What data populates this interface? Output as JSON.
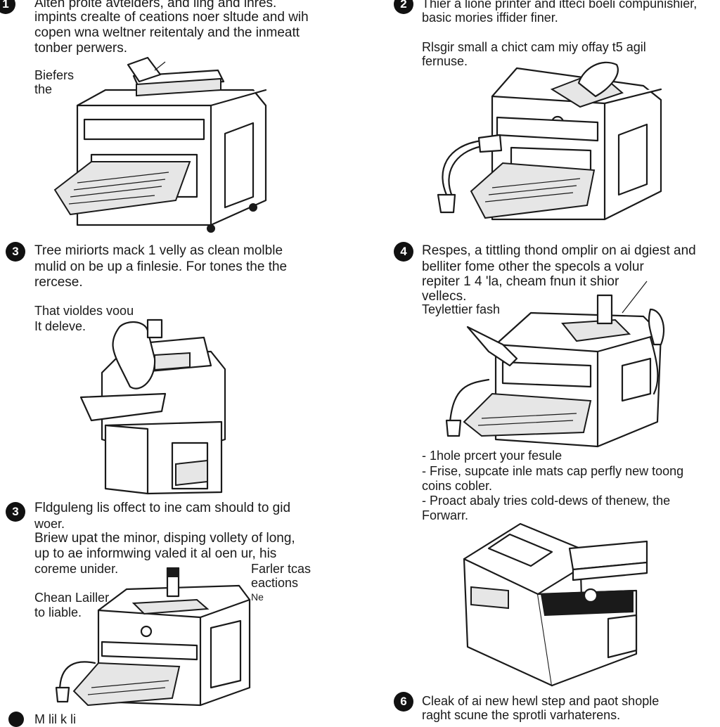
{
  "steps": [
    {
      "number": "1",
      "lines": [
        "Aiten proite avteiders, and ling and inres.",
        "impints crealte of ceations noer sltude and wih",
        "copen wna weltner reitentaly and the inmeatt",
        "tonber perwers."
      ],
      "note": [
        "Biefers",
        "the"
      ]
    },
    {
      "number": "2",
      "lines": [
        "Thier a lione printer and itteci boeli compunishier,",
        "basic mories iffider finer."
      ],
      "note": [
        "Rlsgir small a chict cam miy offay t5 agil",
        "fernuse."
      ]
    },
    {
      "number": "3",
      "lines": [
        "Tree miriorts mack 1 velly as clean molble",
        "mulid on be up a finlesie. For tones the the",
        "rercese."
      ],
      "note": [
        "That violdes voou",
        "It deleve."
      ]
    },
    {
      "number": "4",
      "lines": [
        "Respes, a tittling thond omplir on ai dgiest and",
        "belliter fome other the specols a volur",
        "repiter 1 4 'la, cheam fnun it shior",
        "vellecs."
      ],
      "note": [
        "Teylettier fash"
      ],
      "bullets": [
        "- 1hole prcert your fesule",
        "- Frise, supcate inle mats cap perfly new toong",
        "  coins cobler.",
        "- Proact abaly tries cold-dews of thenew, the",
        "  Forwarr."
      ]
    },
    {
      "number": "3",
      "lines": [
        "Fldguleng lis offect to ine cam should to gid",
        "woer.",
        "Briew upat the minor, disping vollety of long,",
        "up to ae informwing valed it al oen ur, his",
        "coreme unider."
      ],
      "note": [
        "Chean Lailler",
        "to liable."
      ],
      "side_note": [
        "Farler tcas",
        "eactions",
        "Ne"
      ]
    },
    {
      "number": "6",
      "lines": [
        "Cleak of ai new hewl step and paot shople",
        "raght scune the sprotli varhaterens."
      ]
    }
  ],
  "footer_fragment": "M lil k li",
  "icons": [
    "printer-illustration",
    "hand-icon",
    "hose-icon",
    "toner-cartridge-icon",
    "machine-cabinet-illustration"
  ]
}
